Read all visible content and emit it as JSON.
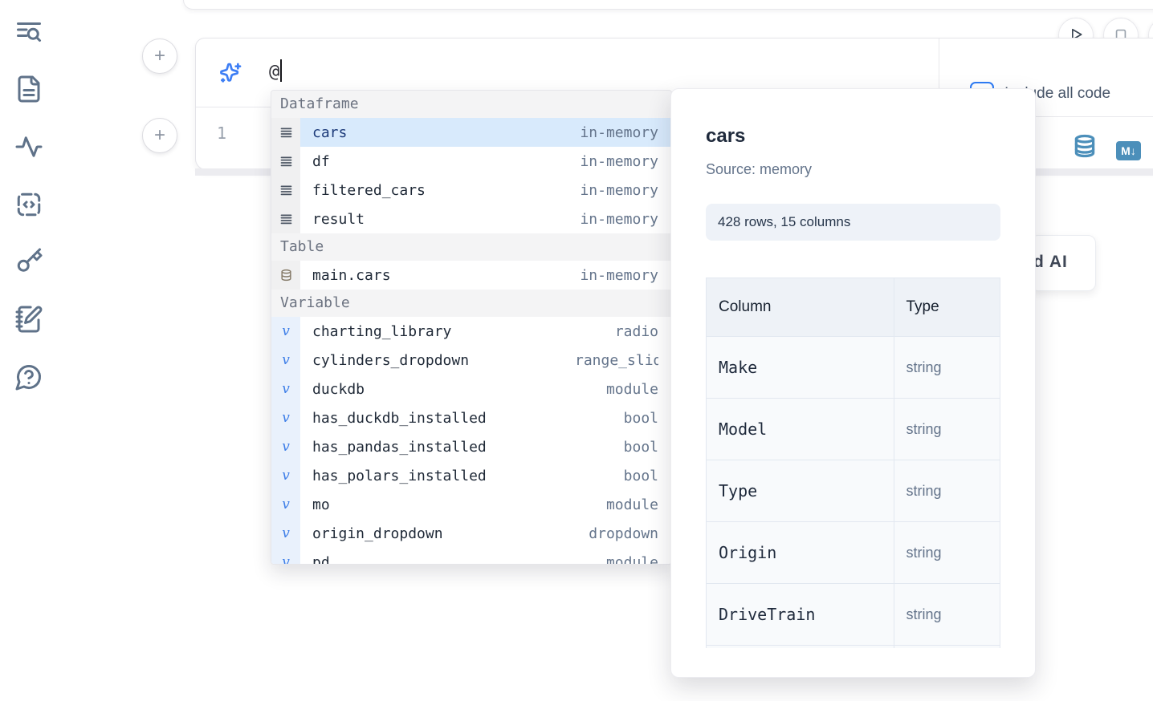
{
  "sidebar": {
    "items": [
      {
        "icon": "list-search-icon"
      },
      {
        "icon": "file-text-icon"
      },
      {
        "icon": "activity-icon"
      },
      {
        "icon": "code-snippet-icon"
      },
      {
        "icon": "key-icon"
      },
      {
        "icon": "scratchpad-icon"
      },
      {
        "icon": "help-chat-icon"
      }
    ]
  },
  "cell_actions": {
    "run_icon": "play-icon",
    "stop_icon": "stop-icon",
    "more_icon": "partial-circle-button"
  },
  "ai_prompt": {
    "value": "@",
    "include_all_code_label": "Include all code",
    "include_all_code_checked": false
  },
  "editor": {
    "line_number": "1"
  },
  "output_icons": {
    "database_icon": "database-icon",
    "markdown_badge": "M↓"
  },
  "autocomplete": {
    "sections": [
      {
        "label": "Dataframe",
        "icon": "dataframe-rows-icon",
        "items": [
          {
            "name": "cars",
            "type": "in-memory",
            "selected": true
          },
          {
            "name": "df",
            "type": "in-memory"
          },
          {
            "name": "filtered_cars",
            "type": "in-memory"
          },
          {
            "name": "result",
            "type": "in-memory"
          }
        ]
      },
      {
        "label": "Table",
        "icon": "table-database-icon",
        "items": [
          {
            "name": "main.cars",
            "type": "in-memory"
          }
        ]
      },
      {
        "label": "Variable",
        "icon": "variable-icon",
        "items": [
          {
            "name": "charting_library",
            "type": "radio"
          },
          {
            "name": "cylinders_dropdown",
            "type": "range_slider"
          },
          {
            "name": "duckdb",
            "type": "module"
          },
          {
            "name": "has_duckdb_installed",
            "type": "bool"
          },
          {
            "name": "has_pandas_installed",
            "type": "bool"
          },
          {
            "name": "has_polars_installed",
            "type": "bool"
          },
          {
            "name": "mo",
            "type": "module"
          },
          {
            "name": "origin_dropdown",
            "type": "dropdown"
          },
          {
            "name": "pd",
            "type": "module"
          }
        ]
      }
    ]
  },
  "preview": {
    "title": "cars",
    "source": "Source: memory",
    "shape_badge": "428 rows, 15 columns",
    "table": {
      "headers": [
        "Column",
        "Type"
      ],
      "rows": [
        {
          "column": "Make",
          "type": "string"
        },
        {
          "column": "Model",
          "type": "string"
        },
        {
          "column": "Type",
          "type": "string"
        },
        {
          "column": "Origin",
          "type": "string"
        },
        {
          "column": "DriveTrain",
          "type": "string"
        },
        {
          "column": "",
          "type": ""
        }
      ]
    }
  },
  "partial_button": {
    "label": "d AI"
  },
  "colors": {
    "accent": "#2e7cf5",
    "steel_blue": "#4c8fba",
    "selected_row_bg": "#d8eafc"
  }
}
